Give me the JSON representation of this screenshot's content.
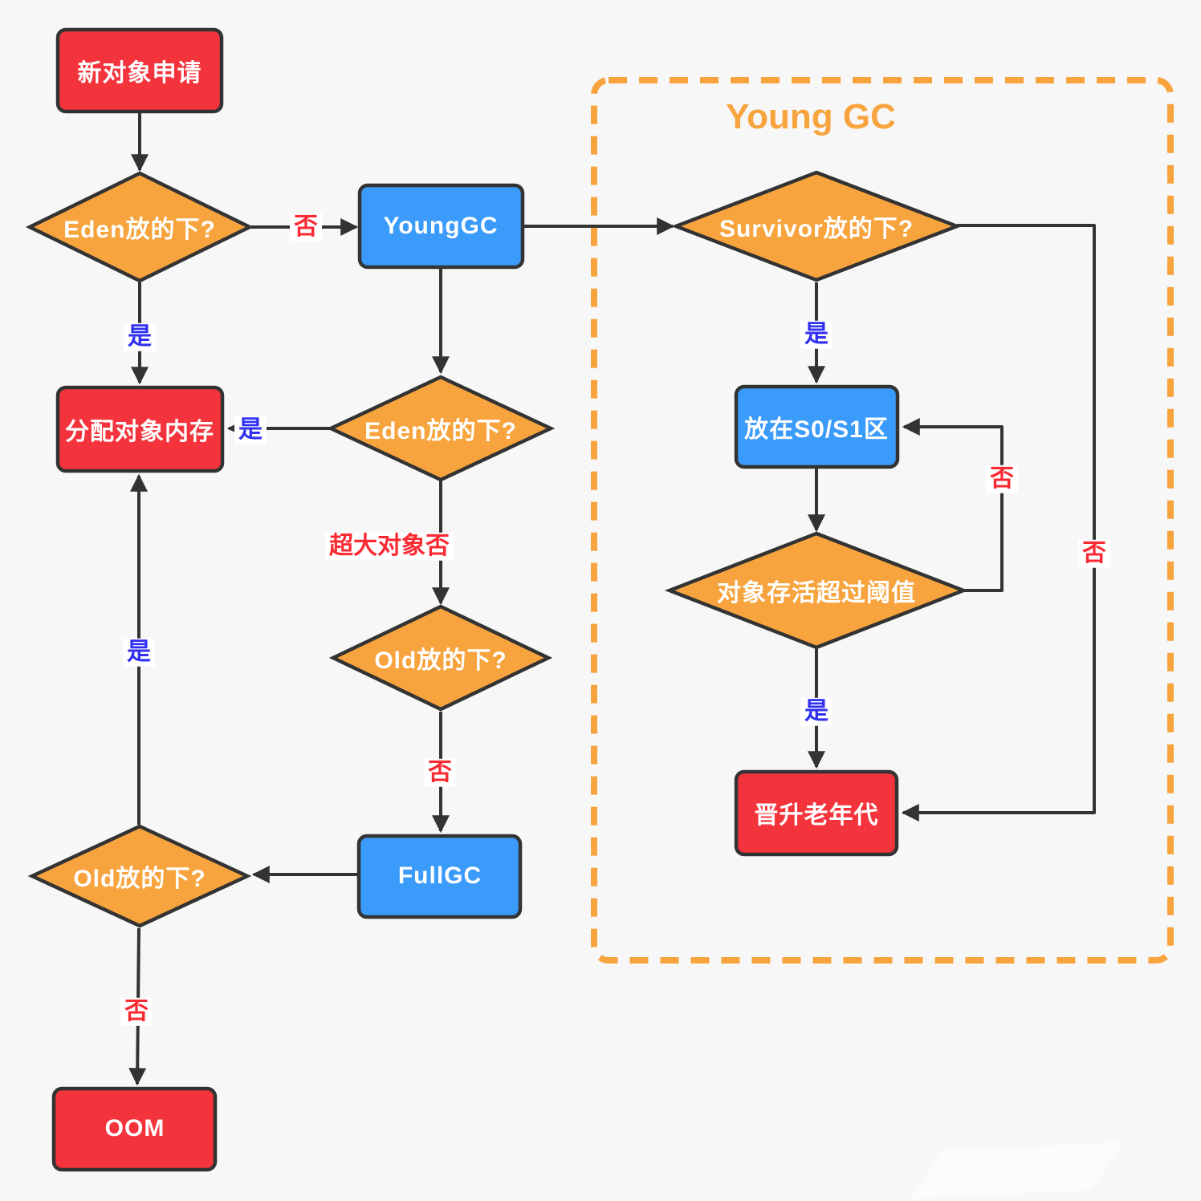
{
  "diagram": {
    "region_title": "Young GC",
    "nodes": {
      "new_object": {
        "label": "新对象申请",
        "type": "process",
        "color": "#f4343c"
      },
      "eden_fit_1": {
        "label": "Eden放的下?",
        "type": "decision",
        "color": "#f7a43e"
      },
      "young_gc": {
        "label": "YoungGC",
        "type": "process",
        "color": "#3a9bfb"
      },
      "survivor_fit": {
        "label": "Survivor放的下?",
        "type": "decision",
        "color": "#f7a43e"
      },
      "s0s1": {
        "label": "放在S0/S1区",
        "type": "process",
        "color": "#3a9bfb"
      },
      "threshold": {
        "label": "对象存活超过阈值",
        "type": "decision",
        "color": "#f7a43e"
      },
      "promote": {
        "label": "晋升老年代",
        "type": "process",
        "color": "#f4343c"
      },
      "eden_fit_2": {
        "label": "Eden放的下?",
        "type": "decision",
        "color": "#f7a43e"
      },
      "old_fit_1": {
        "label": "Old放的下?",
        "type": "decision",
        "color": "#f7a43e"
      },
      "full_gc": {
        "label": "FullGC",
        "type": "process",
        "color": "#3a9bfb"
      },
      "alloc": {
        "label": "分配对象内存",
        "type": "process",
        "color": "#f4343c"
      },
      "old_fit_2": {
        "label": "Old放的下?",
        "type": "decision",
        "color": "#f7a43e"
      },
      "oom": {
        "label": "OOM",
        "type": "process",
        "color": "#f4343c"
      }
    },
    "edge_labels": {
      "no_to_younggc": {
        "text": "否",
        "color": "#fa2a33"
      },
      "yes_to_alloc": {
        "text": "是",
        "color": "#3030f0"
      },
      "yes_from_eden2": {
        "text": "是",
        "color": "#3030f0"
      },
      "huge_object_no": {
        "text": "超大对象否",
        "color": "#fa2a33"
      },
      "no_to_fullgc": {
        "text": "否",
        "color": "#fa2a33"
      },
      "yes_from_old2": {
        "text": "是",
        "color": "#3030f0"
      },
      "no_to_oom": {
        "text": "否",
        "color": "#fa2a33"
      },
      "yes_to_s0s1": {
        "text": "是",
        "color": "#3030f0"
      },
      "yes_to_promote": {
        "text": "是",
        "color": "#3030f0"
      },
      "no_loop_s0s1": {
        "text": "否",
        "color": "#fa2a33"
      },
      "no_far_right": {
        "text": "否",
        "color": "#fa2a33"
      }
    },
    "colors": {
      "process_red": "#f4343c",
      "process_blue": "#3a9bfb",
      "decision_orange": "#f7a43e",
      "stroke_dark": "#333333",
      "label_yes_blue": "#3030f0",
      "label_no_red": "#fa2a33",
      "region_border_orange": "#f7a43e",
      "background": "#f7f7f7"
    }
  }
}
